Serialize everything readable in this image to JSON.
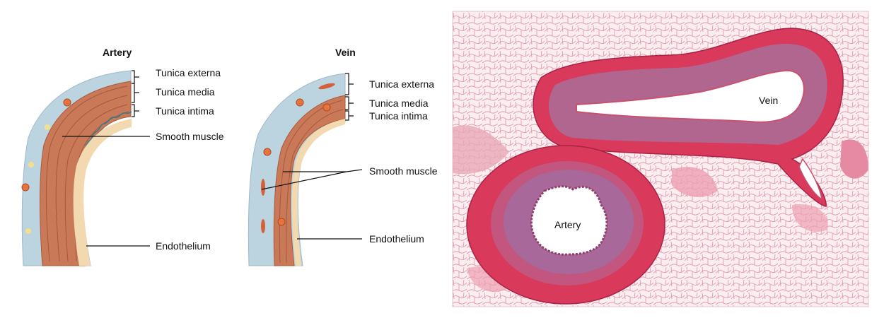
{
  "artery": {
    "title": "Artery",
    "labels": {
      "tunica_externa": "Tunica externa",
      "tunica_media": "Tunica media",
      "tunica_intima": "Tunica intima",
      "smooth_muscle": "Smooth muscle",
      "endothelium": "Endothelium"
    }
  },
  "vein": {
    "title": "Vein",
    "labels": {
      "tunica_externa": "Tunica externa",
      "tunica_media": "Tunica media",
      "tunica_intima": "Tunica intima",
      "smooth_muscle": "Smooth muscle",
      "endothelium": "Endothelium"
    }
  },
  "micrograph": {
    "vein_label": "Vein",
    "artery_label": "Artery"
  },
  "colors": {
    "externa": "#bcd3e0",
    "media": "#c97957",
    "endothelium": "#f2d9b0",
    "tissue_bg": "#f5dde4",
    "tissue_red": "#d93a5c",
    "tissue_purple": "#b0668e"
  }
}
